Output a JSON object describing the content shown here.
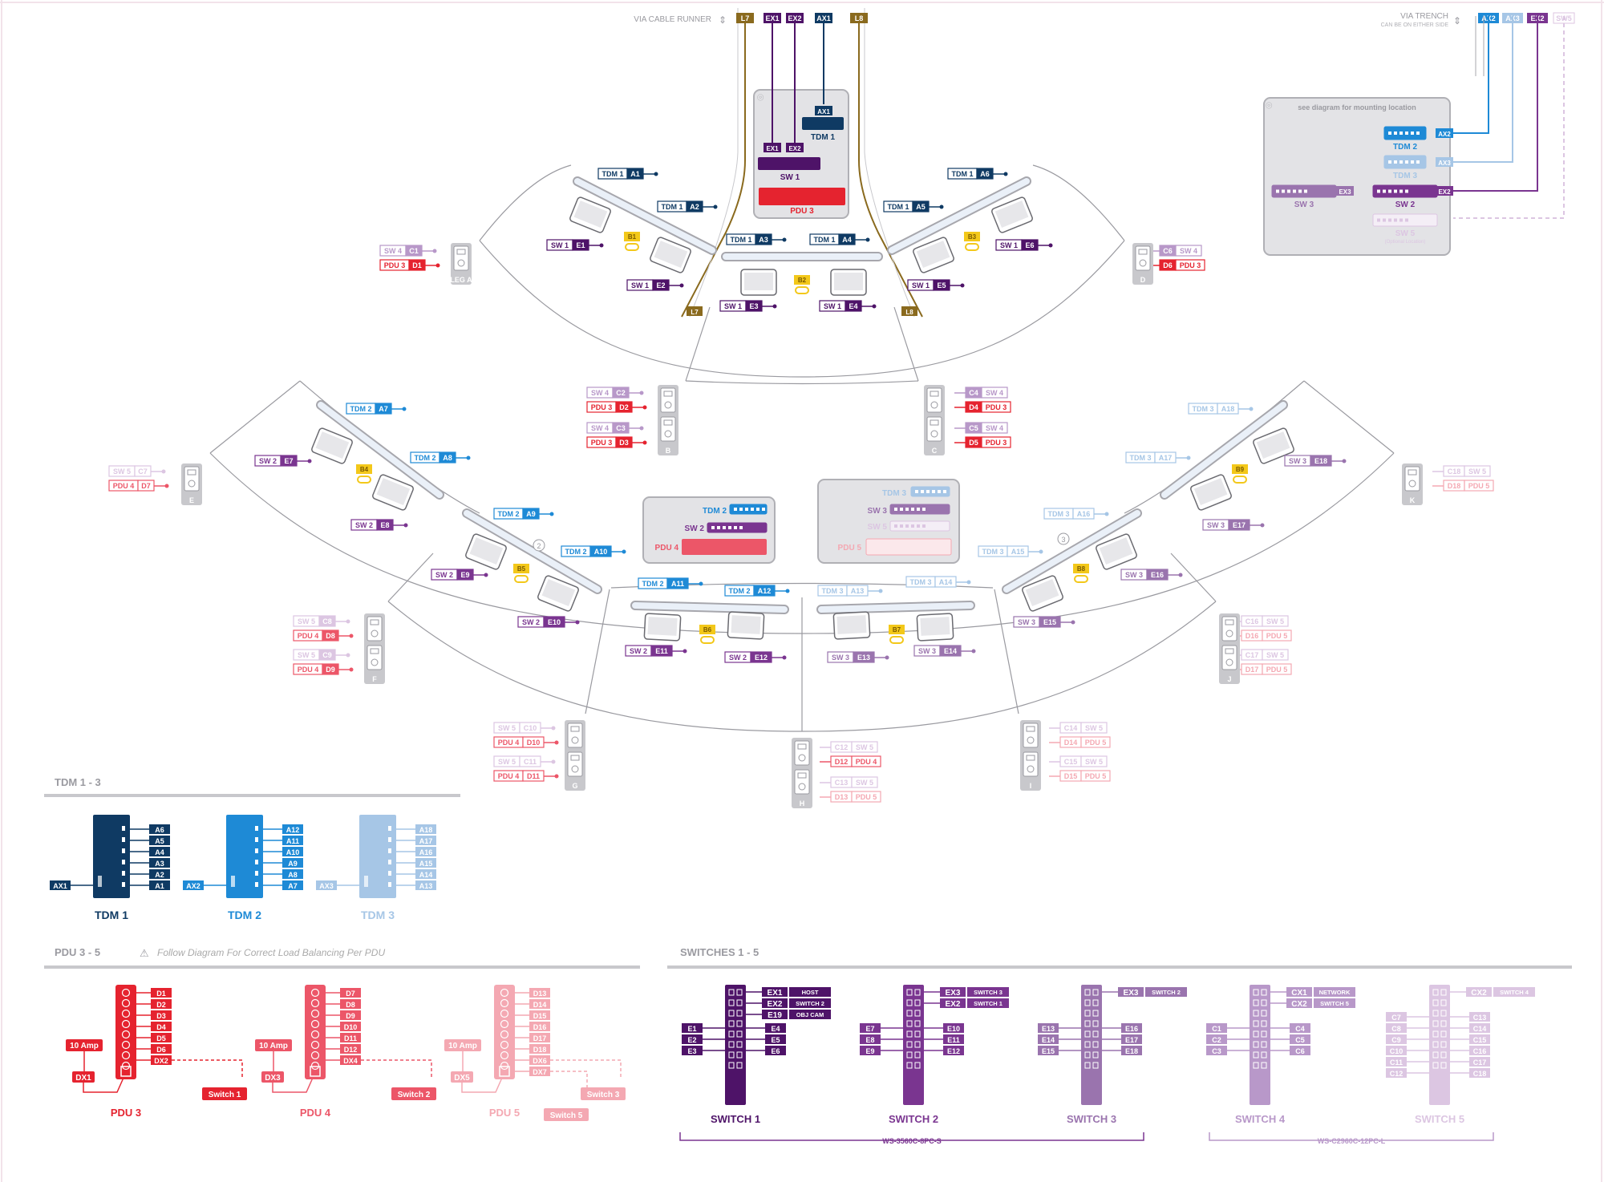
{
  "colors": {
    "tdm1": "#0f3a63",
    "tdm2": "#1e8ad6",
    "tdm3": "#a6c6e6",
    "sw1": "#4e1368",
    "sw2": "#7a3590",
    "sw3": "#9a74ae",
    "sw4": "#b898c9",
    "sw5": "#dcc6e2",
    "pdu3": "#e5232f",
    "pdu4": "#ec5668",
    "pdu5": "#f4a8b2",
    "cable": "#8a6a1e",
    "leg": "#c8c8cc",
    "gray": "#a7a7ad",
    "yellow": "#f3c81a"
  },
  "header": {
    "cable_runner": "VIA CABLE RUNNER",
    "trench": "VIA TRENCH",
    "trench_note": "CAN BE ON EITHER SIDE",
    "top_tags": [
      "L7",
      "EX1",
      "EX2",
      "AX1",
      "L8"
    ],
    "trench_tags": [
      "AX2",
      "AX3",
      "EX2",
      "SW5"
    ]
  },
  "mounting": {
    "note": "see diagram for mounting location"
  },
  "labels": {
    "tdm1": "TDM 1",
    "tdm2": "TDM 2",
    "tdm3": "TDM 3",
    "sw1": "SW 1",
    "sw2": "SW 2",
    "sw3": "SW 3",
    "sw5": "SW 5",
    "pdu3": "PDU 3",
    "pdu4": "PDU 4",
    "pdu5": "PDU 5",
    "optional": "(Optional Location)",
    "ex1": "EX1",
    "ex2": "EX2",
    "ex3": "EX3",
    "ax1": "AX1",
    "ax2": "AX2",
    "ax3": "AX3",
    "l7": "L7",
    "l8": "L8"
  },
  "legs": {
    "A": "LEG A",
    "B": "B",
    "C": "C",
    "D": "D",
    "E": "E",
    "F": "F",
    "G": "G",
    "H": "H",
    "I": "I",
    "J": "J",
    "K": "K"
  },
  "callouts": {
    "a": [
      {
        "dev": "TDM 1",
        "port": "A1"
      },
      {
        "dev": "TDM 1",
        "port": "A2"
      },
      {
        "dev": "TDM 1",
        "port": "A3"
      },
      {
        "dev": "TDM 1",
        "port": "A4"
      },
      {
        "dev": "TDM 1",
        "port": "A5"
      },
      {
        "dev": "TDM 1",
        "port": "A6"
      },
      {
        "dev": "TDM 2",
        "port": "A7"
      },
      {
        "dev": "TDM 2",
        "port": "A8"
      },
      {
        "dev": "TDM 2",
        "port": "A9"
      },
      {
        "dev": "TDM 2",
        "port": "A10"
      },
      {
        "dev": "TDM 2",
        "port": "A11"
      },
      {
        "dev": "TDM 2",
        "port": "A12"
      },
      {
        "dev": "TDM 3",
        "port": "A13"
      },
      {
        "dev": "TDM 3",
        "port": "A14"
      },
      {
        "dev": "TDM 3",
        "port": "A15"
      },
      {
        "dev": "TDM 3",
        "port": "A16"
      },
      {
        "dev": "TDM 3",
        "port": "A17"
      },
      {
        "dev": "TDM 3",
        "port": "A18"
      }
    ],
    "e": [
      {
        "dev": "SW 1",
        "port": "E1"
      },
      {
        "dev": "SW 1",
        "port": "E2"
      },
      {
        "dev": "SW 1",
        "port": "E3"
      },
      {
        "dev": "SW 1",
        "port": "E4"
      },
      {
        "dev": "SW 1",
        "port": "E5"
      },
      {
        "dev": "SW 1",
        "port": "E6"
      },
      {
        "dev": "SW 2",
        "port": "E7"
      },
      {
        "dev": "SW 2",
        "port": "E8"
      },
      {
        "dev": "SW 2",
        "port": "E9"
      },
      {
        "dev": "SW 2",
        "port": "E10"
      },
      {
        "dev": "SW 2",
        "port": "E11"
      },
      {
        "dev": "SW 2",
        "port": "E12"
      },
      {
        "dev": "SW 3",
        "port": "E13"
      },
      {
        "dev": "SW 3",
        "port": "E14"
      },
      {
        "dev": "SW 3",
        "port": "E15"
      },
      {
        "dev": "SW 3",
        "port": "E16"
      },
      {
        "dev": "SW 3",
        "port": "E17"
      },
      {
        "dev": "SW 3",
        "port": "E18"
      }
    ],
    "c": [
      {
        "dev": "SW 4",
        "port": "C1"
      },
      {
        "dev": "SW 4",
        "port": "C2"
      },
      {
        "dev": "SW 4",
        "port": "C3"
      },
      {
        "dev": "SW 4",
        "port": "C4"
      },
      {
        "dev": "SW 4",
        "port": "C5"
      },
      {
        "dev": "SW 4",
        "port": "C6"
      },
      {
        "dev": "SW 5",
        "port": "C7"
      },
      {
        "dev": "SW 5",
        "port": "C8"
      },
      {
        "dev": "SW 5",
        "port": "C9"
      },
      {
        "dev": "SW 5",
        "port": "C10"
      },
      {
        "dev": "SW 5",
        "port": "C11"
      },
      {
        "dev": "SW 5",
        "port": "C12"
      },
      {
        "dev": "SW 5",
        "port": "C13"
      },
      {
        "dev": "SW 5",
        "port": "C14"
      },
      {
        "dev": "SW 5",
        "port": "C15"
      },
      {
        "dev": "SW 5",
        "port": "C16"
      },
      {
        "dev": "SW 5",
        "port": "C17"
      },
      {
        "dev": "SW 5",
        "port": "C18"
      }
    ],
    "d": [
      {
        "dev": "PDU 3",
        "port": "D1"
      },
      {
        "dev": "PDU 3",
        "port": "D2"
      },
      {
        "dev": "PDU 3",
        "port": "D3"
      },
      {
        "dev": "PDU 3",
        "port": "D4"
      },
      {
        "dev": "PDU 3",
        "port": "D5"
      },
      {
        "dev": "PDU 3",
        "port": "D6"
      },
      {
        "dev": "PDU 4",
        "port": "D7"
      },
      {
        "dev": "PDU 4",
        "port": "D8"
      },
      {
        "dev": "PDU 4",
        "port": "D9"
      },
      {
        "dev": "PDU 4",
        "port": "D10"
      },
      {
        "dev": "PDU 4",
        "port": "D11"
      },
      {
        "dev": "PDU 4",
        "port": "D12"
      },
      {
        "dev": "PDU 5",
        "port": "D13"
      },
      {
        "dev": "PDU 5",
        "port": "D14"
      },
      {
        "dev": "PDU 5",
        "port": "D15"
      },
      {
        "dev": "PDU 5",
        "port": "D16"
      },
      {
        "dev": "PDU 5",
        "port": "D17"
      },
      {
        "dev": "PDU 5",
        "port": "D18"
      }
    ],
    "b": [
      "B1",
      "B2",
      "B3",
      "B4",
      "B5",
      "B6",
      "B7",
      "B8",
      "B9"
    ],
    "zone": [
      "2",
      "3"
    ]
  },
  "sections": {
    "tdm": {
      "title": "TDM 1 - 3",
      "units": [
        {
          "name": "TDM 1",
          "input": "AX1",
          "ports": [
            "A6",
            "A5",
            "A4",
            "A3",
            "A2",
            "A1"
          ]
        },
        {
          "name": "TDM 2",
          "input": "AX2",
          "ports": [
            "A12",
            "A11",
            "A10",
            "A9",
            "A8",
            "A7"
          ]
        },
        {
          "name": "TDM 3",
          "input": "AX3",
          "ports": [
            "A18",
            "A17",
            "A16",
            "A15",
            "A14",
            "A13"
          ]
        }
      ]
    },
    "pdu": {
      "title": "PDU 3 - 5",
      "warning": "Follow Diagram For Correct Load Balancing Per PDU",
      "amp": "10 Amp",
      "units": [
        {
          "name": "PDU 3",
          "ports": [
            "D1",
            "D2",
            "D3",
            "D4",
            "D5",
            "D6",
            "DX2"
          ],
          "dx": "DX1",
          "switch": "Switch 1"
        },
        {
          "name": "PDU 4",
          "ports": [
            "D7",
            "D8",
            "D9",
            "D10",
            "D11",
            "D12",
            "DX4"
          ],
          "dx": "DX3",
          "switch": "Switch 2"
        },
        {
          "name": "PDU 5",
          "ports": [
            "D13",
            "D14",
            "D15",
            "D16",
            "D17",
            "D18",
            "DX6",
            "DX7"
          ],
          "dx": "DX5",
          "switch": "Switch 3",
          "switch_b": "Switch 5"
        }
      ]
    },
    "switches": {
      "title": "SWITCHES 1 - 5",
      "model_a": "WS-3560C-8PC-S",
      "model_b": "WS-C2960C-12PC-L",
      "units": [
        {
          "name": "SWITCH 1",
          "uplinks": [
            {
              "port": "EX1",
              "to": "HOST"
            },
            {
              "port": "EX2",
              "to": "SWITCH 2"
            },
            {
              "port": "E19",
              "to": "OBJ CAM"
            }
          ],
          "left": [
            "E1",
            "E2",
            "E3"
          ],
          "right": [
            "E4",
            "E5",
            "E6"
          ]
        },
        {
          "name": "SWITCH 2",
          "uplinks": [
            {
              "port": "EX3",
              "to": "SWITCH 3"
            },
            {
              "port": "EX2",
              "to": "SWITCH 1"
            }
          ],
          "left": [
            "E7",
            "E8",
            "E9"
          ],
          "right": [
            "E10",
            "E11",
            "E12"
          ]
        },
        {
          "name": "SWITCH 3",
          "uplinks": [
            {
              "port": "EX3",
              "to": "SWITCH 2"
            }
          ],
          "left": [
            "E13",
            "E14",
            "E15"
          ],
          "right": [
            "E16",
            "E17",
            "E18"
          ]
        },
        {
          "name": "SWITCH 4",
          "uplinks": [
            {
              "port": "CX1",
              "to": "NETWORK"
            },
            {
              "port": "CX2",
              "to": "SWITCH 5"
            }
          ],
          "left": [
            "C1",
            "C2",
            "C3"
          ],
          "right": [
            "C4",
            "C5",
            "C6"
          ]
        },
        {
          "name": "SWITCH 5",
          "uplinks": [
            {
              "port": "CX2",
              "to": "SWITCH 4"
            }
          ],
          "left": [
            "C7",
            "C8",
            "C9",
            "C10",
            "C11",
            "C12"
          ],
          "right": [
            "C13",
            "C14",
            "C15",
            "C16",
            "C17",
            "C18"
          ]
        }
      ]
    }
  }
}
